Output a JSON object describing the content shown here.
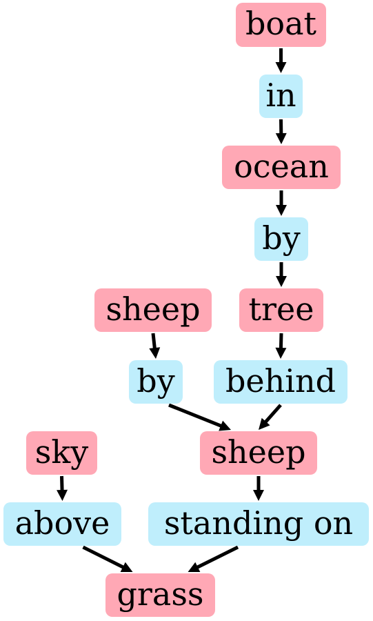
{
  "diagram": {
    "type": "scene-graph",
    "colors": {
      "object": "#ffa8b5",
      "relation": "#bfeefc",
      "edge": "#000000"
    },
    "nodes": [
      {
        "id": "boat",
        "label": "boat",
        "kind": "object"
      },
      {
        "id": "in",
        "label": "in",
        "kind": "relation"
      },
      {
        "id": "ocean",
        "label": "ocean",
        "kind": "object"
      },
      {
        "id": "by1",
        "label": "by",
        "kind": "relation"
      },
      {
        "id": "tree",
        "label": "tree",
        "kind": "object"
      },
      {
        "id": "sheep1",
        "label": "sheep",
        "kind": "object"
      },
      {
        "id": "by2",
        "label": "by",
        "kind": "relation"
      },
      {
        "id": "behind",
        "label": "behind",
        "kind": "relation"
      },
      {
        "id": "sheep2",
        "label": "sheep",
        "kind": "object"
      },
      {
        "id": "sky",
        "label": "sky",
        "kind": "object"
      },
      {
        "id": "above",
        "label": "above",
        "kind": "relation"
      },
      {
        "id": "standing_on",
        "label": "standing on",
        "kind": "relation"
      },
      {
        "id": "grass",
        "label": "grass",
        "kind": "object"
      }
    ],
    "edges": [
      {
        "from": "boat",
        "to": "in"
      },
      {
        "from": "in",
        "to": "ocean"
      },
      {
        "from": "ocean",
        "to": "by1"
      },
      {
        "from": "by1",
        "to": "tree"
      },
      {
        "from": "tree",
        "to": "behind"
      },
      {
        "from": "sheep1",
        "to": "by2"
      },
      {
        "from": "by2",
        "to": "sheep2"
      },
      {
        "from": "behind",
        "to": "sheep2"
      },
      {
        "from": "sheep2",
        "to": "standing_on"
      },
      {
        "from": "sky",
        "to": "above"
      },
      {
        "from": "above",
        "to": "grass"
      },
      {
        "from": "standing_on",
        "to": "grass"
      }
    ]
  }
}
